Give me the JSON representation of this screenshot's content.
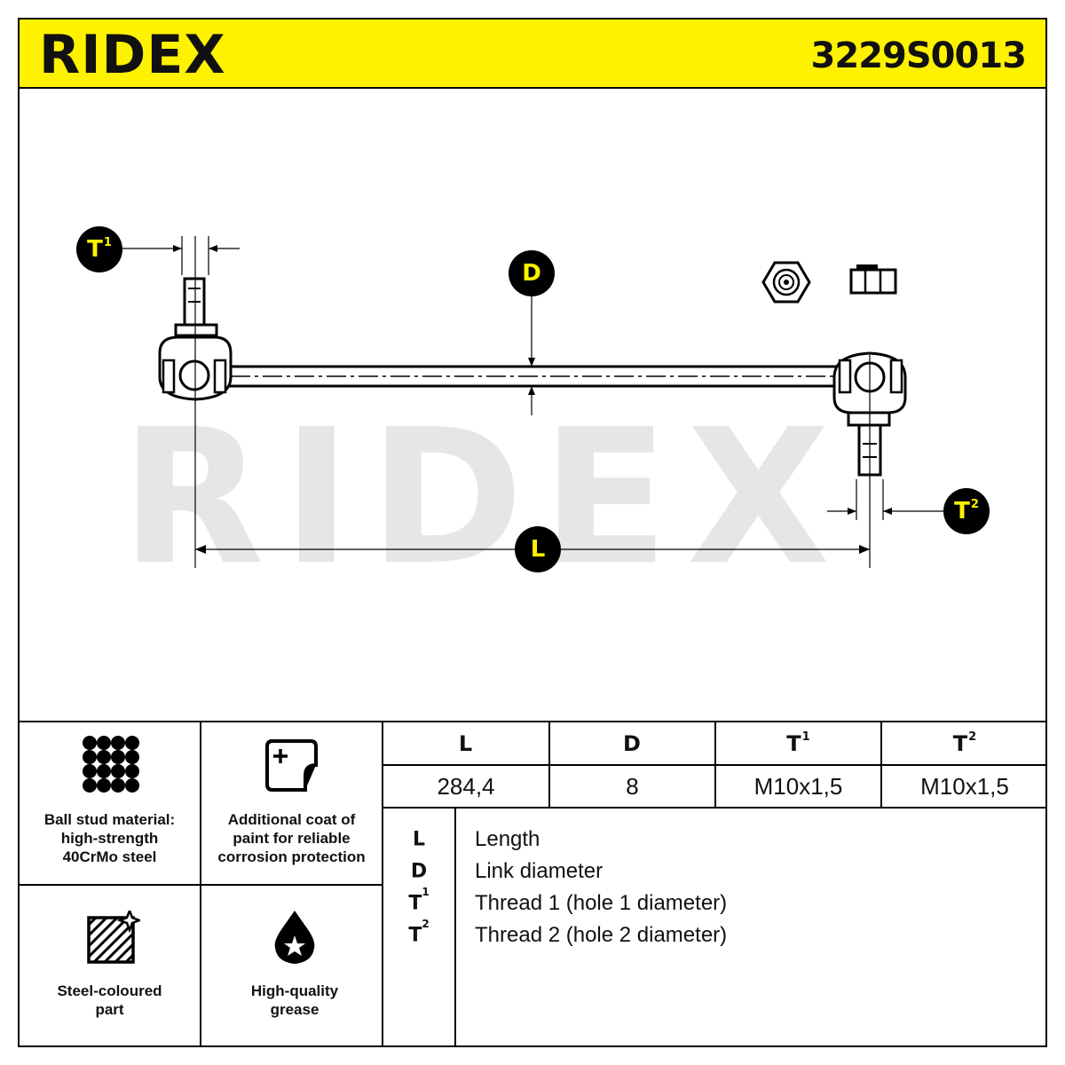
{
  "header": {
    "brand": "RIDEX",
    "part_number": "3229S0013"
  },
  "drawing": {
    "watermark": "RIDEX",
    "badges": {
      "t1_letter": "T",
      "t1_sup": "1",
      "t2_letter": "T",
      "t2_sup": "2",
      "d": "D",
      "l": "L"
    }
  },
  "features": [
    {
      "icon": "ball-stud-icon",
      "label_lines": [
        "Ball stud material:",
        "high-strength",
        "40CrMo steel"
      ]
    },
    {
      "icon": "paint-coat-icon",
      "label_lines": [
        "Additional coat of",
        "paint for reliable",
        "corrosion protection"
      ]
    },
    {
      "icon": "steel-part-icon",
      "label_lines": [
        "Steel-coloured",
        "part"
      ]
    },
    {
      "icon": "grease-drop-icon",
      "label_lines": [
        "High-quality",
        "grease"
      ]
    }
  ],
  "specs": {
    "headers": [
      {
        "letter": "L",
        "sup": ""
      },
      {
        "letter": "D",
        "sup": ""
      },
      {
        "letter": "T",
        "sup": "1"
      },
      {
        "letter": "T",
        "sup": "2"
      }
    ],
    "values": [
      "284,4",
      "8",
      "M10x1,5",
      "M10x1,5"
    ]
  },
  "legend": [
    {
      "key": "L",
      "sup": "",
      "text": "Length"
    },
    {
      "key": "D",
      "sup": "",
      "text": "Link diameter"
    },
    {
      "key": "T",
      "sup": "1",
      "text": "Thread 1 (hole 1 diameter)"
    },
    {
      "key": "T",
      "sup": "2",
      "text": "Thread 2 (hole 2 diameter)"
    }
  ]
}
